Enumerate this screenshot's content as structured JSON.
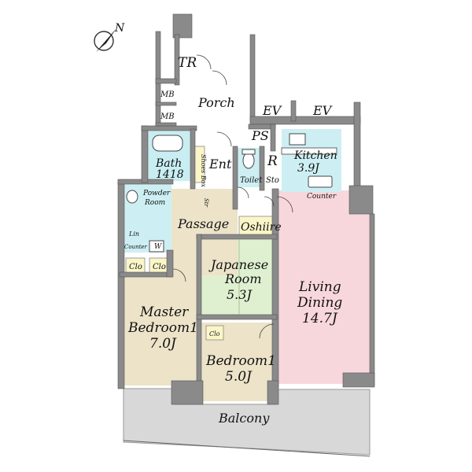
{
  "compass": {
    "north_label": "N"
  },
  "rooms": {
    "tr": "TR",
    "porch": "Porch",
    "mb1": "MB",
    "mb2": "MB",
    "ev1": "EV",
    "ev2": "EV",
    "ps": "PS",
    "bath": "Bath",
    "bath_size": "1418",
    "ent": "Ent",
    "shoes_box": "Shoes Box",
    "toilet": "Toilet",
    "r": "R",
    "sto": "Sto",
    "kitchen": "Kitchen",
    "kitchen_size": "3.9J",
    "counter_kitchen": "Counter",
    "powder_room_1": "Powder",
    "powder_room_2": "Room",
    "str": "Str",
    "lin": "Lin",
    "counter_powder": "Counter",
    "w": "W",
    "passage": "Passage",
    "oshiire": "Oshiire",
    "clo1": "Clo",
    "clo2": "Clo",
    "clo3": "Clo",
    "japanese_1": "Japanese",
    "japanese_2": "Room",
    "japanese_size": "5.3J",
    "living_1": "Living",
    "living_2": "Dining",
    "living_size": "14.7J",
    "master_1": "Master",
    "master_2": "Bedroom1",
    "master_size": "7.0J",
    "bedroom_1": "Bedroom1",
    "bedroom_size": "5.0J",
    "balcony": "Balcony"
  },
  "colors": {
    "bath": "#c8eef2",
    "kitchen": "#cdeff3",
    "powder": "#cdeff3",
    "toilet": "#cdeff3",
    "japanese": "#dff0d0",
    "living": "#f8d7dc",
    "master": "#ece3c9",
    "bedroom": "#ece3c9",
    "passage": "#ece3c9",
    "closet": "#fbf6c8",
    "balcony": "#d8d8d8",
    "wall": "#8a8a8a"
  }
}
